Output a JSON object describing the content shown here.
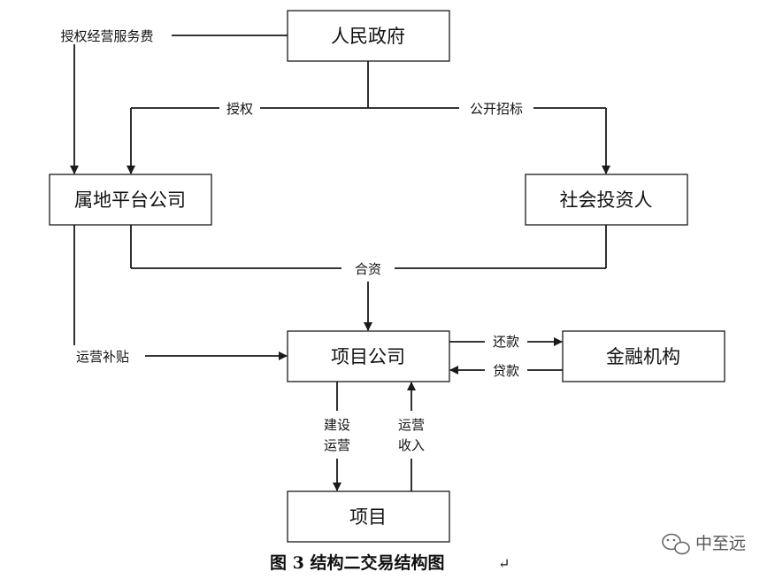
{
  "nodes": {
    "government": "人民政府",
    "platform": "属地平台公司",
    "investor": "社会投资人",
    "project_company": "项目公司",
    "financial": "金融机构",
    "project": "项目"
  },
  "edges": {
    "service_fee": "授权经营服务费",
    "authorize": "授权",
    "bidding": "公开招标",
    "joint_venture": "合资",
    "subsidy": "运营补贴",
    "repay": "还款",
    "loan": "贷款",
    "build_line1": "建设",
    "build_line2": "运营",
    "income_line1": "运营",
    "income_line2": "收入"
  },
  "caption": "图 3  结构二交易结构图",
  "caption_mark": "↵",
  "watermark": {
    "text": "中至远",
    "icon": "wechat-icon"
  }
}
